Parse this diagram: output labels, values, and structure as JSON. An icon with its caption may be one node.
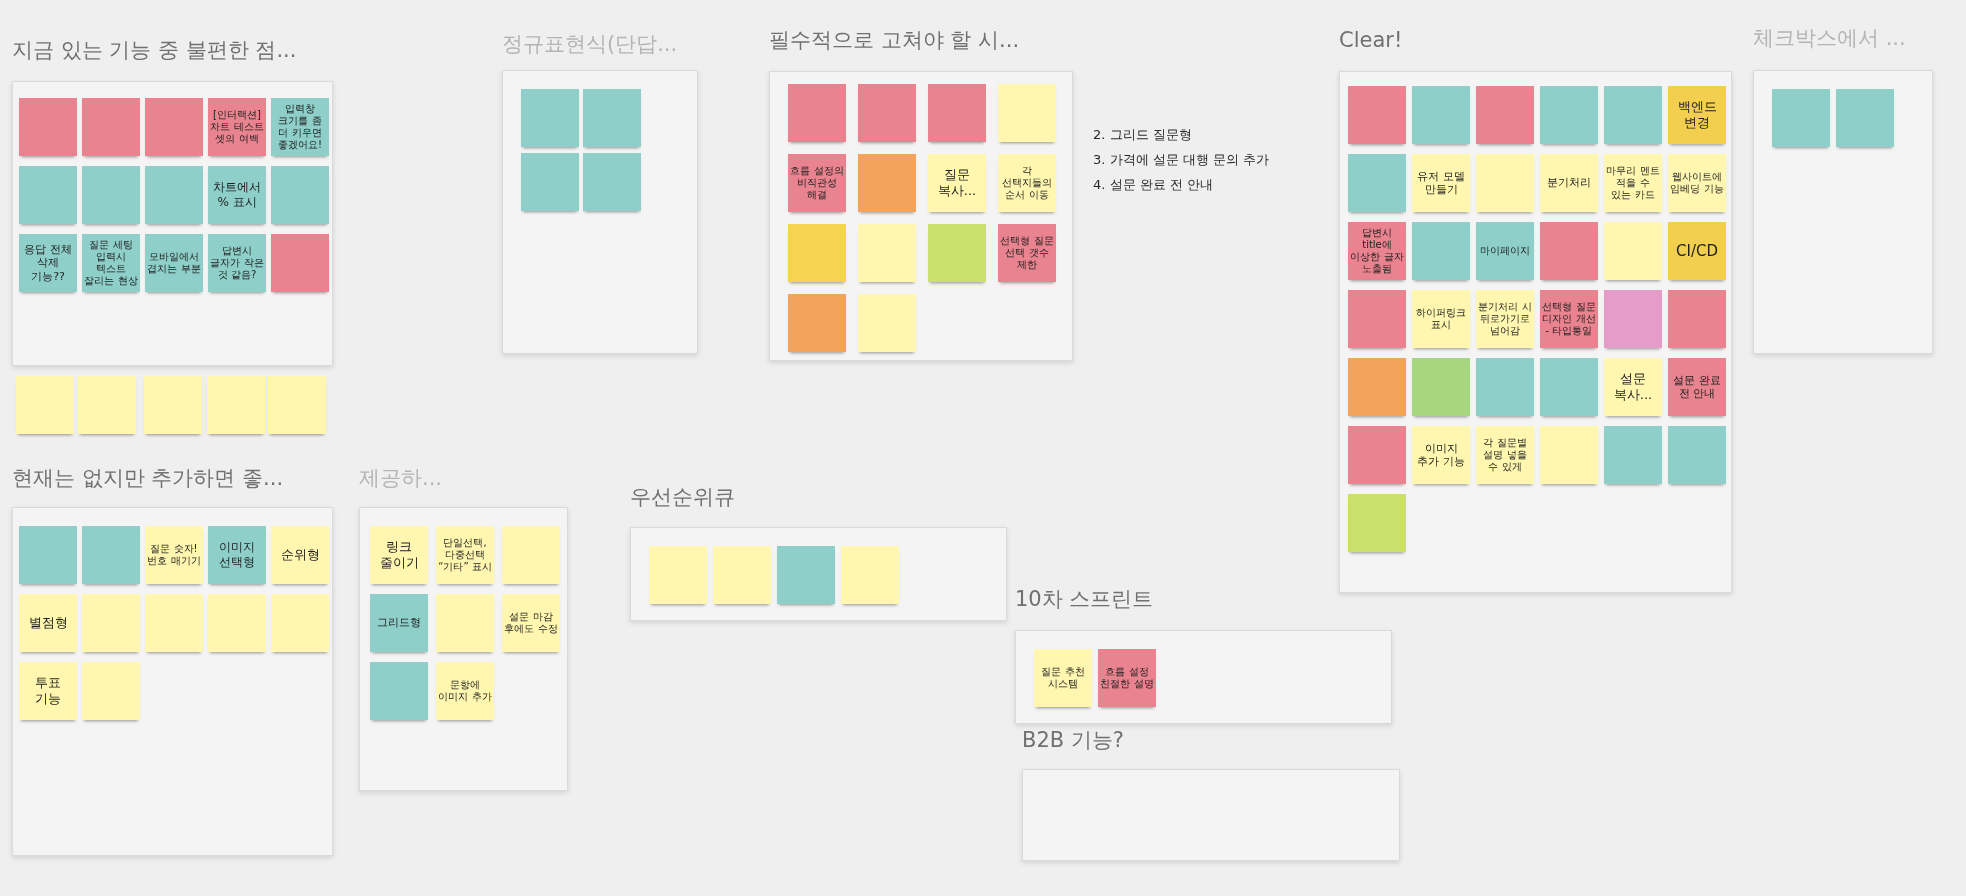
{
  "diagram": {
    "nodes": [
      {
        "text": [
          "지금 있는 기능 중 불편한 점..."
        ]
      },
      {
        "text": [],
        "shape": "box",
        "in": 0
      },
      {
        "text": [],
        "shape": "box",
        "in": 0
      },
      {
        "text": [],
        "shape": "box",
        "in": 0
      },
      {
        "text": [
          "[인터랙션] 차트 테스트 셋의 여백"
        ],
        "in": 0
      },
      {
        "text": [
          "입력창 크기를 좀 더 키우면 좋겠어요!"
        ],
        "in": 0
      },
      {
        "text": [],
        "shape": "box",
        "in": 0
      },
      {
        "text": [],
        "shape": "box",
        "in": 0
      },
      {
        "text": [],
        "shape": "box",
        "in": 0
      },
      {
        "text": [
          "차트에서 % 표시"
        ],
        "in": 0
      },
      {
        "text": [],
        "shape": "box",
        "in": 0
      },
      {
        "text": [
          "응답 전체 삭제 기능??"
        ],
        "in": 0
      },
      {
        "text": [
          "질문 세팅 입력시 텍스트 잘리는 현상"
        ],
        "in": 0
      },
      {
        "text": [
          "모바일에서 겹치는 부분"
        ],
        "in": 0
      },
      {
        "text": [
          "답변시 글자가 작은 것 같음?"
        ],
        "in": 0
      },
      {
        "text": [],
        "shape": "box",
        "in": 0
      },
      {
        "text": [],
        "shape": "box"
      },
      {
        "text": [],
        "shape": "box"
      },
      {
        "text": [],
        "shape": "box"
      },
      {
        "text": [],
        "shape": "box"
      },
      {
        "text": [],
        "shape": "box"
      },
      {
        "text": [
          "정규표현식(단답..."
        ]
      },
      {
        "text": [],
        "shape": "box",
        "in": 21
      },
      {
        "text": [],
        "shape": "box",
        "in": 21
      },
      {
        "text": [],
        "shape": "box",
        "in": 21
      },
      {
        "text": [],
        "shape": "box",
        "in": 21
      },
      {
        "text": [
          "필수적으로 고쳐야 할 시..."
        ]
      },
      {
        "text": [],
        "shape": "box",
        "in": 26
      },
      {
        "text": [],
        "shape": "box",
        "in": 26
      },
      {
        "text": [],
        "shape": "box",
        "in": 26
      },
      {
        "text": [],
        "shape": "box",
        "in": 26
      },
      {
        "text": [
          "흐름 설정의 비직관성 해결"
        ],
        "in": 26
      },
      {
        "text": [],
        "shape": "box",
        "in": 26
      },
      {
        "text": [
          "질문 복사..."
        ],
        "in": 26
      },
      {
        "text": [
          "각 선택지들의 순서 이동"
        ],
        "in": 26
      },
      {
        "text": [],
        "shape": "box",
        "in": 26
      },
      {
        "text": [],
        "shape": "box",
        "in": 26
      },
      {
        "text": [],
        "shape": "box",
        "in": 26
      },
      {
        "text": [
          "선택형 질문 선택 갯수 제한"
        ],
        "in": 26
      },
      {
        "text": [],
        "shape": "box",
        "in": 26
      },
      {
        "text": [],
        "shape": "box",
        "in": 26
      },
      {
        "text": [
          "Clear!"
        ]
      },
      {
        "text": [],
        "shape": "box",
        "in": 41
      },
      {
        "text": [],
        "shape": "box",
        "in": 41
      },
      {
        "text": [],
        "shape": "box",
        "in": 41
      },
      {
        "text": [],
        "shape": "box",
        "in": 41
      },
      {
        "text": [],
        "shape": "box",
        "in": 41
      },
      {
        "text": [
          "백엔드 변경"
        ],
        "in": 41
      },
      {
        "text": [],
        "shape": "box",
        "in": 41
      },
      {
        "text": [
          "유저 모델 만들기"
        ],
        "in": 41
      },
      {
        "text": [],
        "shape": "box",
        "in": 41
      },
      {
        "text": [
          "분기처리"
        ],
        "in": 41
      },
      {
        "text": [
          "마무리 멘트 적을 수 있는 카드"
        ],
        "in": 41
      },
      {
        "text": [
          "웹사이트에 임베딩 기능"
        ],
        "in": 41
      },
      {
        "text": [
          "답변시 title에 이상한 글자 노출됨"
        ],
        "in": 41
      },
      {
        "text": [],
        "shape": "box",
        "in": 41
      },
      {
        "text": [
          "마이페이지"
        ],
        "in": 41
      },
      {
        "text": [],
        "shape": "box",
        "in": 41
      },
      {
        "text": [],
        "shape": "box",
        "in": 41
      },
      {
        "text": [
          "CI/CD"
        ],
        "in": 41
      },
      {
        "text": [],
        "shape": "box",
        "in": 41
      },
      {
        "text": [
          "하이퍼링크 표시"
        ],
        "in": 41
      },
      {
        "text": [
          "분기처리 시 뒤로가기로 넘어감"
        ],
        "in": 41
      },
      {
        "text": [
          "선택형 질문 디자인 개선 - 타입통일"
        ],
        "in": 41
      },
      {
        "text": [],
        "shape": "box",
        "in": 41
      },
      {
        "text": [],
        "shape": "box",
        "in": 41
      },
      {
        "text": [],
        "shape": "box",
        "in": 41
      },
      {
        "text": [],
        "shape": "box",
        "in": 41
      },
      {
        "text": [],
        "shape": "box",
        "in": 41
      },
      {
        "text": [],
        "shape": "box",
        "in": 41
      },
      {
        "text": [
          "설문 복사..."
        ],
        "in": 41
      },
      {
        "text": [
          "설문 완료 전 안내"
        ],
        "in": 41
      },
      {
        "text": [],
        "shape": "box",
        "in": 41
      },
      {
        "text": [
          "이미지 추가 기능"
        ],
        "in": 41
      },
      {
        "text": [
          "각 질문별 설명 넣을 수 있게"
        ],
        "in": 41
      },
      {
        "text": [],
        "shape": "box",
        "in": 41
      },
      {
        "text": [],
        "shape": "box",
        "in": 41
      },
      {
        "text": [],
        "shape": "box",
        "in": 41
      },
      {
        "text": [],
        "shape": "box",
        "in": 41
      },
      {
        "text": [
          "체크박스에서 ..."
        ]
      },
      {
        "text": [],
        "shape": "box",
        "in": 79
      },
      {
        "text": [],
        "shape": "box",
        "in": 79
      },
      {
        "text": [
          "현재는 없지만 추가하면 좋..."
        ]
      },
      {
        "text": [],
        "shape": "box",
        "in": 82
      },
      {
        "text": [],
        "shape": "box",
        "in": 82
      },
      {
        "text": [
          "질문 숫자! 번호 매기기"
        ],
        "in": 82
      },
      {
        "text": [
          "이미지 선택형"
        ],
        "in": 82
      },
      {
        "text": [
          "순위형"
        ],
        "in": 82
      },
      {
        "text": [
          "별점형"
        ],
        "in": 82
      },
      {
        "text": [],
        "shape": "box",
        "in": 82
      },
      {
        "text": [],
        "shape": "box",
        "in": 82
      },
      {
        "text": [],
        "shape": "box",
        "in": 82
      },
      {
        "text": [],
        "shape": "box",
        "in": 82
      },
      {
        "text": [
          "투표 기능"
        ],
        "in": 82
      },
      {
        "text": [],
        "shape": "box",
        "in": 82
      },
      {
        "text": [
          "제공하..."
        ]
      },
      {
        "text": [
          "링크 줄이기"
        ],
        "in": 95
      },
      {
        "text": [
          "단일선택, 다중선택 “기타” 표시"
        ],
        "in": 95
      },
      {
        "text": [],
        "shape": "box",
        "in": 95
      },
      {
        "text": [
          "그리드형"
        ],
        "in": 95
      },
      {
        "text": [],
        "shape": "box",
        "in": 95
      },
      {
        "text": [
          "설문 마감 후에도 수정"
        ],
        "in": 95
      },
      {
        "text": [],
        "shape": "box",
        "in": 95
      },
      {
        "text": [
          "문항에 이미지 추가"
        ],
        "in": 95
      },
      {
        "text": [
          "우선순위큐"
        ]
      },
      {
        "text": [],
        "shape": "box",
        "in": 104
      },
      {
        "text": [],
        "shape": "box",
        "in": 104
      },
      {
        "text": [],
        "shape": "box",
        "in": 104
      },
      {
        "text": [],
        "shape": "box",
        "in": 104
      },
      {
        "text": [
          "10차 스프린트"
        ]
      },
      {
        "text": [
          "질문 추천 시스템"
        ],
        "in": 109
      },
      {
        "text": [
          "흐름 설정 친절한 설명"
        ],
        "in": 109
      },
      {
        "text": [
          "B2B 기능?"
        ]
      }
    ],
    "labels": [
      "2. 그리드 질문형",
      "3. 가격에 설문 대행 문의 추가",
      "4. 설문 완료 전 안내"
    ]
  }
}
